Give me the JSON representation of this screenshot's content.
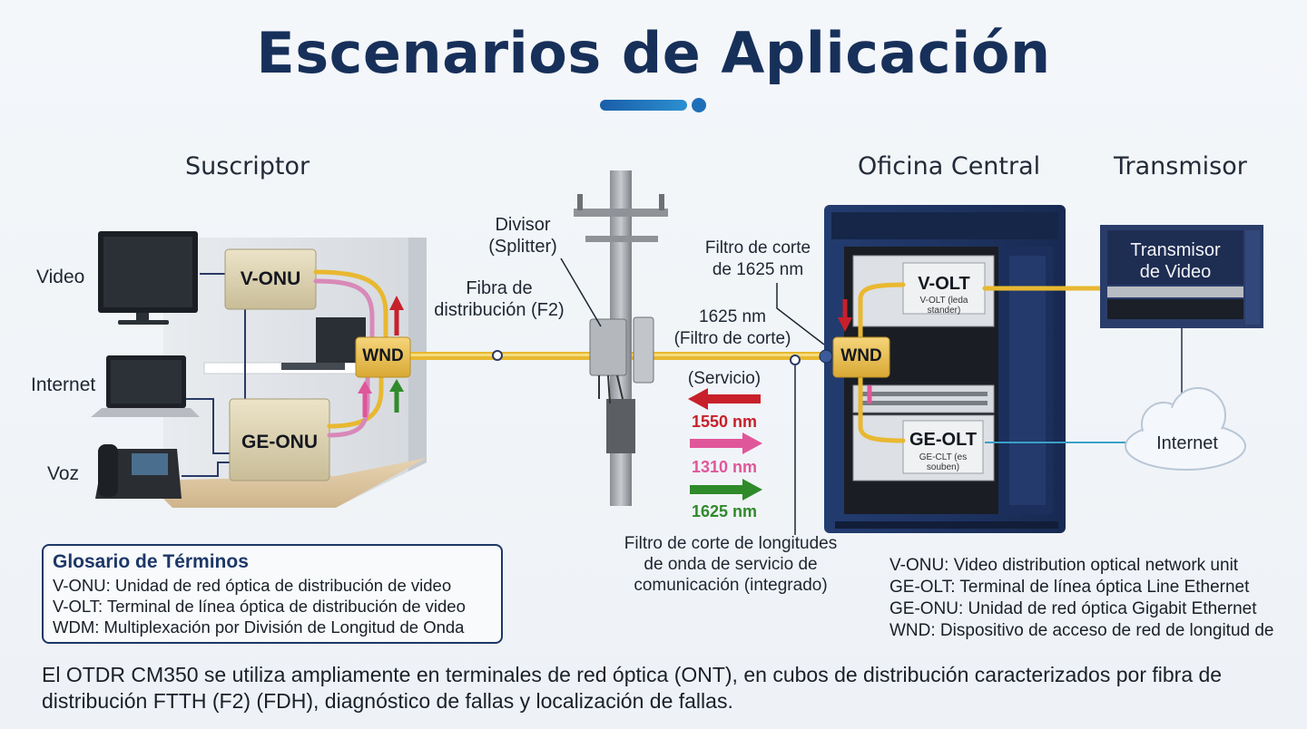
{
  "title": "Escenarios de Aplicación",
  "colors": {
    "title": "#17305a",
    "fiber": "#e8b830",
    "red": "#c8202a",
    "pink": "#e0569a",
    "green": "#2f8a2a",
    "rack": "#1f3566"
  },
  "sections": {
    "subscriber": "Suscriptor",
    "central": "Oficina Central",
    "transmitter": "Transmisor"
  },
  "subscriber": {
    "video": "Video",
    "internet": "Internet",
    "voice": "Voz",
    "vonu": "V-ONU",
    "geonu": "GE-ONU",
    "wnd": "WND"
  },
  "pole": {
    "splitter": "Divisor\n(Splitter)",
    "fiber": "Fibra de\ndistribución (F2)"
  },
  "filters": {
    "cut_1625": "Filtro de corte\nde 1625 nm",
    "cut_inline": "1625 nm\n(Filtro de corte)",
    "service": "(Servicio)",
    "integrated": "Filtro de corte de longitudes\nde onda de servicio de\ncomunicación (integrado)"
  },
  "wavelengths": [
    {
      "label": "1550 nm",
      "color": "#c8202a",
      "dir": "left"
    },
    {
      "label": "1310 nm",
      "color": "#e0569a",
      "dir": "right"
    },
    {
      "label": "1625 nm",
      "color": "#2f8a2a",
      "dir": "right"
    }
  ],
  "central": {
    "volt": "V-OLT",
    "volt_sub": "V-OLT (leda stander)",
    "geolt": "GE-OLT",
    "geolt_sub": "GE-CLT (es souben)",
    "wnd": "WND"
  },
  "transmitter": {
    "box": "Transmisor\nde Video",
    "cloud": "Internet"
  },
  "glossary": {
    "title": "Glosario de Términos",
    "items": [
      "V-ONU: Unidad de red óptica de distribución de video",
      "V-OLT: Terminal de línea óptica de distribución de video",
      "WDM: Multiplexación por División de Longitud de Onda"
    ]
  },
  "definitions": [
    "V-ONU: Video distribution optical network unit",
    "GE-OLT: Terminal de línea óptica Line Ethernet",
    "GE-ONU: Unidad de red óptica Gigabit Ethernet",
    "WND: Dispositivo de acceso de red de longitud de"
  ],
  "footer": "El OTDR CM350 se utiliza ampliamente en terminales de red óptica (ONT), en cubos de distribución caracterizados por fibra de distribución FTTH (F2) (FDH), diagnóstico de fallas y localización de fallas."
}
